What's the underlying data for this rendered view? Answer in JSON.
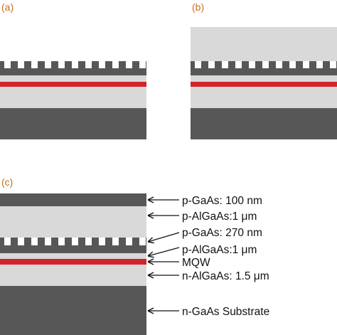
{
  "panels": {
    "a": "(a)",
    "b": "(b)",
    "c": "(c)"
  },
  "colors": {
    "dark_gaas": "#575757",
    "light_algaas": "#d9d9d9",
    "mqw": "#d2242a",
    "white": "#ffffff",
    "panel_label": "#c07020",
    "arrow": "#111111"
  },
  "layer_labels": [
    "p-GaAs: 100 nm",
    "p-AlGaAs:1 μm",
    "p-GaAs: 270 nm",
    "p-AlGaAs:1 μm",
    "MQW",
    "n-AlGaAs: 1.5 μm",
    "n-GaAs Substrate"
  ]
}
